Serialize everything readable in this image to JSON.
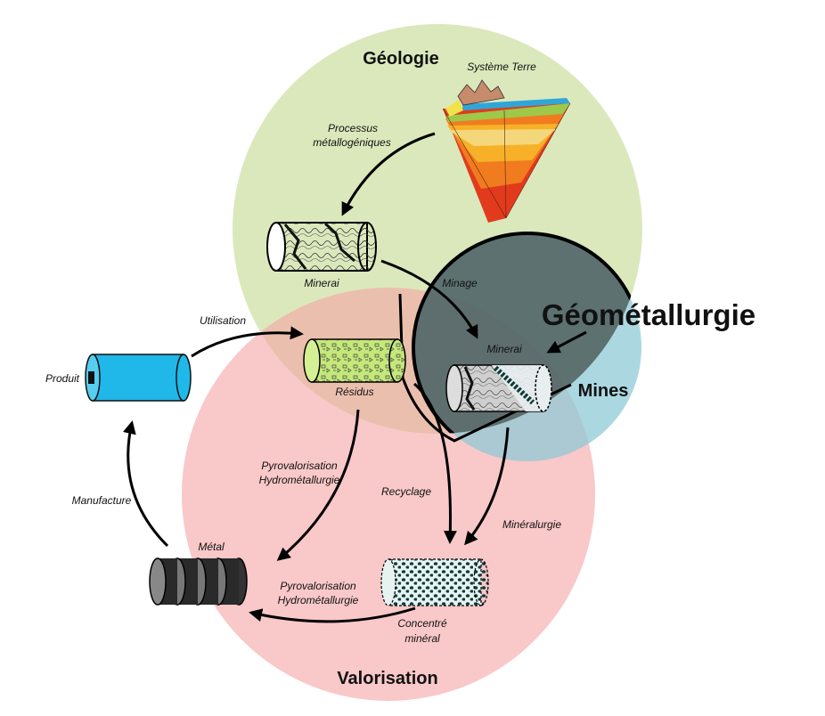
{
  "regions": {
    "geologie": "Géologie",
    "valorisation": "Valorisation",
    "mines": "Mines",
    "geometallurgie": "Géométallurgie"
  },
  "labels": {
    "systeme_terre": "Système Terre",
    "processus_1": "Processus",
    "processus_2": "métallogéniques",
    "minerai_geo": "Minerai",
    "minage": "Minage",
    "minerai_mine": "Minerai",
    "utilisation": "Utilisation",
    "produit": "Produit",
    "residus": "Résidus",
    "pyro_1a": "Pyrovalorisation",
    "pyro_1b": "Hydrométallurgie",
    "recyclage": "Recyclage",
    "mineralurgie": "Minéralurgie",
    "manufacture": "Manufacture",
    "metal": "Métal",
    "pyro_2a": "Pyrovalorisation",
    "pyro_2b": "Hydrométallurgie",
    "concentre_1": "Concentré",
    "concentre_2": "minéral"
  },
  "colors": {
    "geologie": "#cfe0a6",
    "valorisation": "#f5a3a3",
    "mines": "#8fc9d6",
    "product": "#1fb8e8"
  }
}
